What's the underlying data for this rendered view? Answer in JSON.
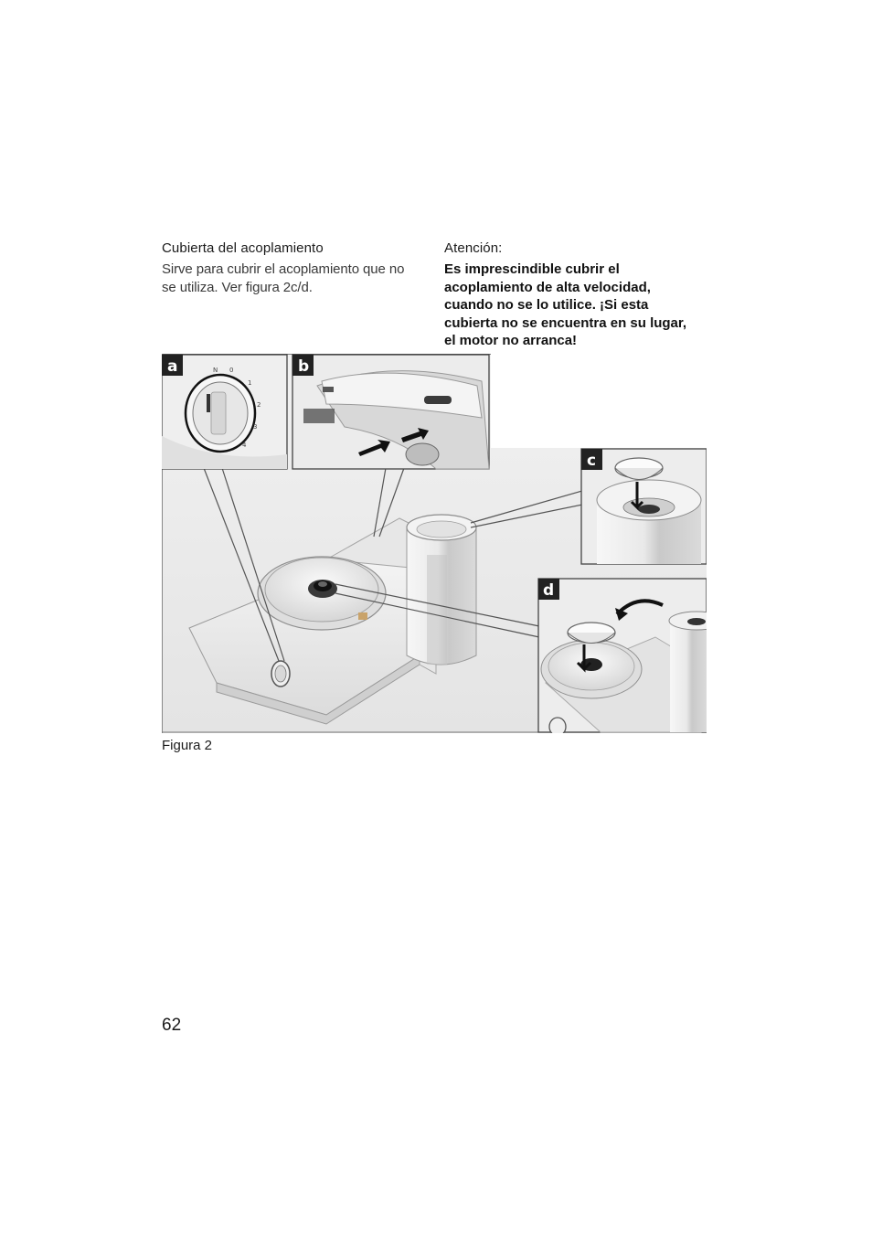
{
  "cover_section": {
    "heading": "Cubierta del acoplamiento",
    "lines": [
      "Sirve para cubrir el acoplamiento que no",
      "se utiliza. Ver figura 2c/d."
    ]
  },
  "attention_section": {
    "heading": "Atención:",
    "lines": [
      "Es imprescindible cubrir el",
      "acoplamiento de alta velocidad,",
      "cuando no se lo utilice. ¡Si esta",
      "cubierta no se encuentra en su lugar,",
      "el motor no arranca!"
    ]
  },
  "figure": {
    "panel_labels": {
      "a": "a",
      "b": "b",
      "c": "c",
      "d": "d"
    },
    "dial_marks": [
      "N",
      "0",
      "1",
      "2",
      "3",
      "4"
    ],
    "caption": "Figura 2"
  },
  "page_number": "62"
}
